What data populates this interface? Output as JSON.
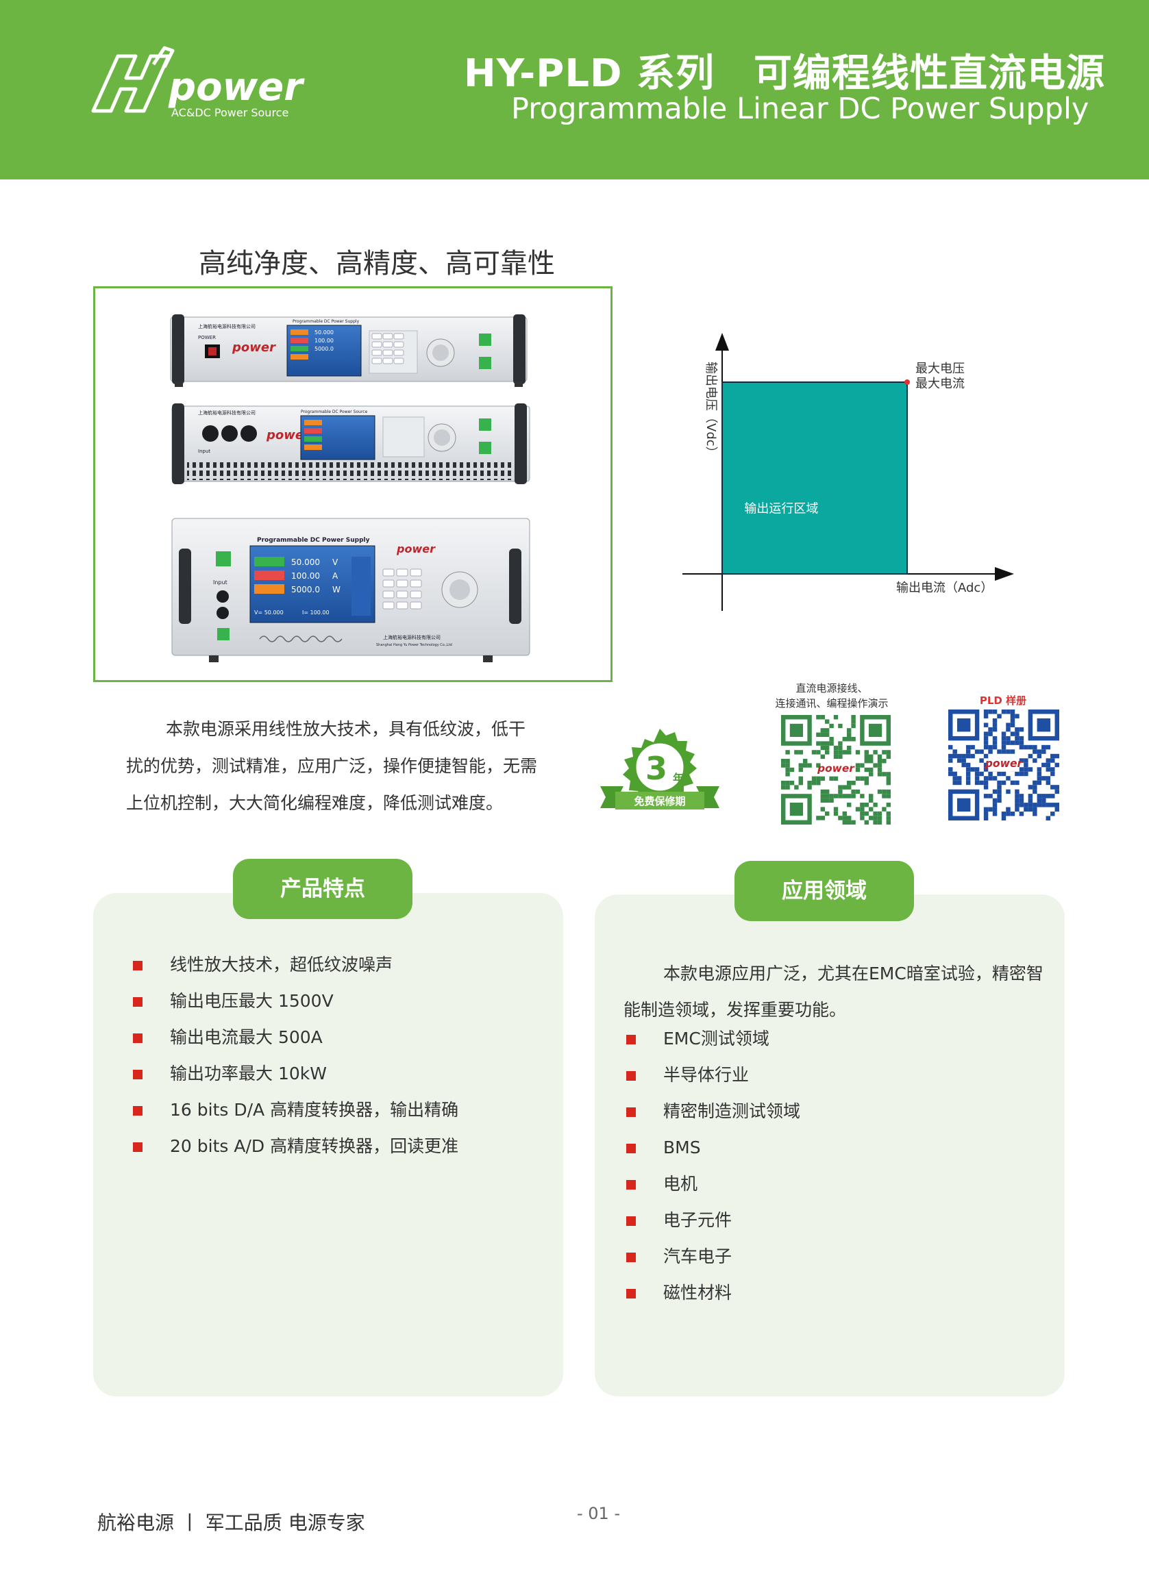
{
  "header": {
    "logo_text": "power",
    "logo_subtitle": "AC&DC Power Source",
    "title_cn": "HY-PLD 系列　可编程线性直流电源",
    "title_en": "Programmable Linear DC Power Supply",
    "background_color": "#6db543"
  },
  "tagline": "高纯净度、高精度、高可靠性",
  "product_image": {
    "unit1": {
      "maker_label": "上海航裕电源科技有限公司",
      "panel_title": "Programmable DC Power Supply",
      "power_label": "POWER"
    },
    "unit2": {
      "maker_label": "上海航裕电源科技有限公司",
      "panel_title": "Programmable DC Power Source",
      "input_label": "Input"
    },
    "unit3": {
      "panel_title": "Programmable DC Power Supply",
      "input_label": "Input",
      "maker_label": "上海航裕电源科技有限公司",
      "maker_label_en": "Shanghai Hang Yu Power Technology Co.,Ltd",
      "voltage_reading": "50.000",
      "current_reading": "100.00",
      "power_reading": "5000.0",
      "voltage_unit": "V",
      "current_unit": "A",
      "power_unit": "W",
      "voltage_set": "V= 50.000",
      "current_set": "I= 100.00"
    }
  },
  "chart_data": {
    "type": "area",
    "ylabel": "输出电压（Vdc）",
    "xlabel": "输出电流（Adc）",
    "region_label": "输出运行区域",
    "corner_label_1": "最大电压",
    "corner_label_2": "最大电流",
    "region_x": [
      0,
      1
    ],
    "region_y": [
      0,
      1
    ],
    "corner_point": [
      1,
      1
    ],
    "region_color": "#0aa89e",
    "corner_point_color": "#e23232"
  },
  "intro_text": "本款电源采用线性放大技术，具有低纹波，低干扰的优势，测试精准，应用广泛，操作便捷智能，无需上位机控制，大大简化编程难度，降低测试难度。",
  "warranty_badge": {
    "years": "3",
    "unit": "年",
    "text": "免费保修期"
  },
  "qr_codes": {
    "demo_caption_line1": "直流电源接线、",
    "demo_caption_line2": "连接通讯、编程操作演示",
    "demo_brand": "power",
    "catalog_caption": "PLD 样册",
    "catalog_brand": "power"
  },
  "features": {
    "title": "产品特点",
    "items": [
      "线性放大技术，超低纹波噪声",
      "输出电压最大 1500V",
      "输出电流最大 500A",
      "输出功率最大 10kW",
      "16 bits D/A 高精度转换器，输出精确",
      "20 bits A/D 高精度转换器，回读更准"
    ]
  },
  "applications": {
    "title": "应用领域",
    "intro": "本款电源应用广泛，尤其在EMC暗室试验，精密智能制造领域，发挥重要功能。",
    "items": [
      "EMC测试领域",
      "半导体行业",
      "精密制造测试领域",
      "BMS",
      "电机",
      "电子元件",
      "汽车电子",
      "磁性材料"
    ]
  },
  "footer": {
    "text": "航裕电源 丨 军工品质 电源专家",
    "page_number": "- 01 -"
  },
  "colors": {
    "brand_green": "#6db543",
    "panel_bg": "#eef4ea",
    "bullet_red": "#d9261c"
  }
}
